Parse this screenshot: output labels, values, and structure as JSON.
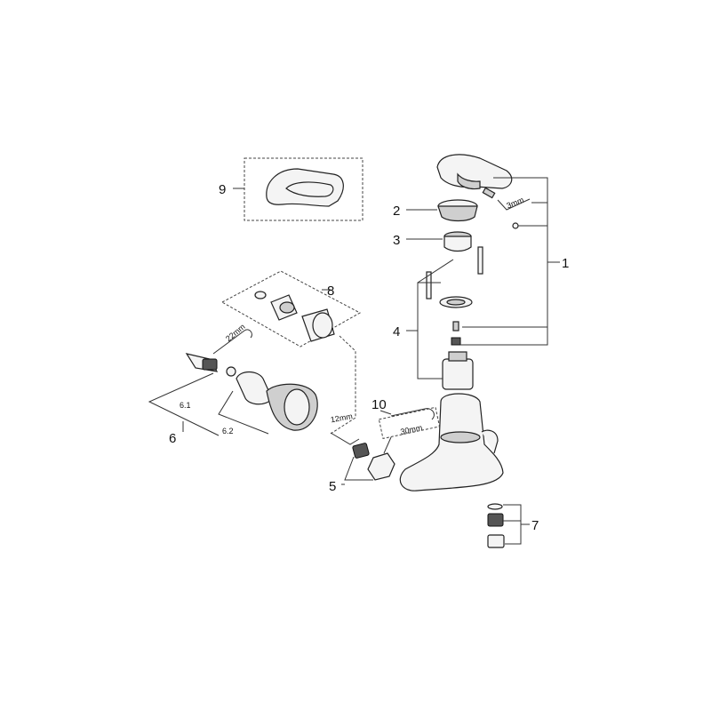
{
  "callouts": {
    "c1": "1",
    "c2": "2",
    "c3": "3",
    "c4": "4",
    "c5": "5",
    "c6": "6",
    "c6_1": "6.1",
    "c6_2": "6.2",
    "c7": "7",
    "c8": "8",
    "c9": "9",
    "c10": "10"
  },
  "tool_sizes": {
    "hex_key_3": "3mm",
    "wrench_22": "22mm",
    "hex_key_12": "12mm",
    "wrench_30": "30mm"
  }
}
